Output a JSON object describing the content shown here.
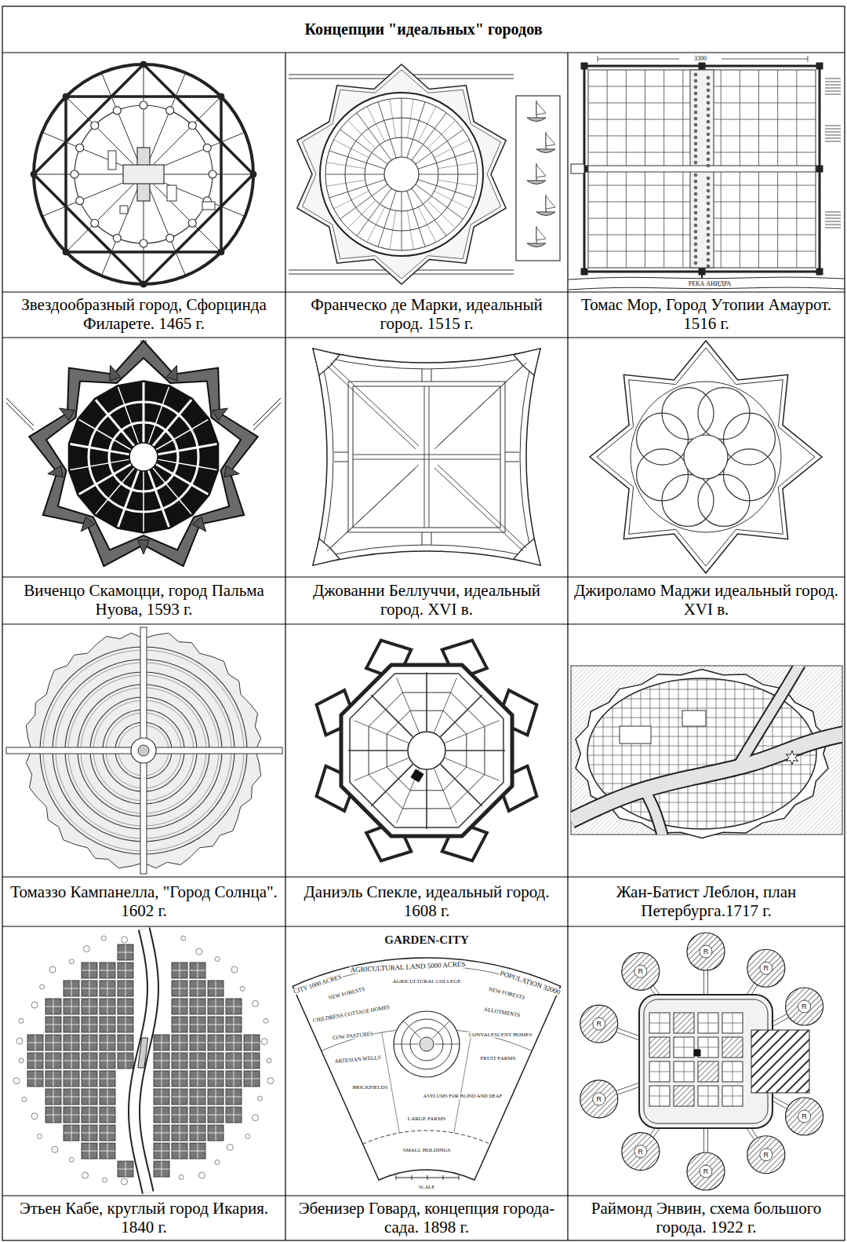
{
  "diagram": {
    "title": "Концепции \"идеальных\" городов",
    "nodes": [
      {
        "text": [
          "Звездообразный город, Сфорцинда Филарете. 1465 г."
        ]
      },
      {
        "text": [
          "Франческо де Марки, идеальный город. 1515 г."
        ]
      },
      {
        "text": [
          "Томас Мор, Город Утопии Амаурот. 1516 г."
        ]
      },
      {
        "text": [
          "Виченцо Скамоцци, город Пальма Нуова, 1593 г."
        ]
      },
      {
        "text": [
          "Джованни Беллуччи, идеальный город. XVI в."
        ]
      },
      {
        "text": [
          "Джироламо Маджи идеальный город. XVI в."
        ]
      },
      {
        "text": [
          "Томаззо Кампанелла, \"Город Солнца\". 1602 г."
        ]
      },
      {
        "text": [
          "Даниэль Спекле, идеальный город. 1608 г."
        ]
      },
      {
        "text": [
          "Жан-Батист Леблон, план Петербурга.1717 г."
        ]
      },
      {
        "text": [
          "Этьен Кабе, круглый город Икария. 1840 г."
        ]
      },
      {
        "text": [
          "Эбенизер Говард, концепция города-сада. 1898 г."
        ]
      },
      {
        "text": [
          "Раймонд Энвин, схема большого города. 1922 г."
        ]
      }
    ],
    "labels": [
      "3300",
      "РЕКА АНИДРА",
      "GARDEN-CITY",
      "CITY 1000 ACRES",
      "AGRICULTURAL LAND 5000 ACRES",
      "POPULATION 32000",
      "AGRICULTURAL COLLEGE",
      "NEW FORESTS",
      "NEW FORESTS",
      "ALLOTMENTS",
      "CHILDRENS COTTAGE HOMES",
      "CONVALESCENT HOMES",
      "COW PASTURES",
      "FRUIT FARMS",
      "ARTESIAN WELLS",
      "ASYLUMS FOR BLIND AND DEAF",
      "BRICKFIELDS",
      "LARGE FARMS",
      "SMALL HOLDINGS",
      "SCALE",
      "R",
      "R",
      "R",
      "R",
      "R",
      "R",
      "R",
      "R",
      "R",
      "R"
    ]
  }
}
